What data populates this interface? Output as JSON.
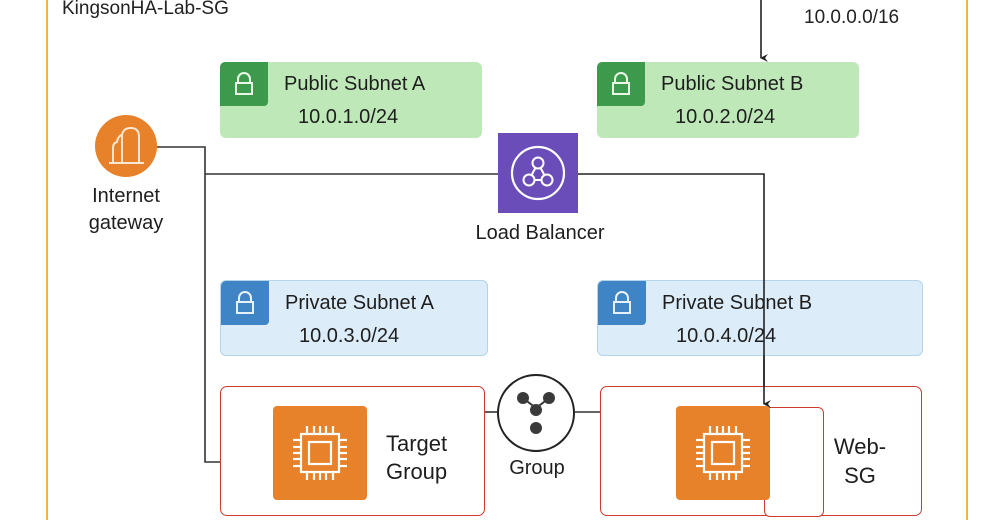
{
  "vpc": {
    "title": "KingsonHA-Lab-SG",
    "cidr": "10.0.0.0/16",
    "border_color": "#f2b33d"
  },
  "subnets": [
    {
      "name": "Public Subnet A",
      "cidr": "10.0.1.0/24",
      "type": "public",
      "icon": "lock-icon"
    },
    {
      "name": "Public Subnet B",
      "cidr": "10.0.2.0/24",
      "type": "public",
      "icon": "lock-icon"
    },
    {
      "name": "Private Subnet A",
      "cidr": "10.0.3.0/24",
      "type": "private",
      "icon": "lock-icon"
    },
    {
      "name": "Private Subnet B",
      "cidr": "10.0.4.0/24",
      "type": "private",
      "icon": "lock-icon"
    }
  ],
  "internet_gateway": {
    "label": "Internet gateway",
    "icon": "internet-gateway-icon",
    "color": "#e8822a"
  },
  "load_balancer": {
    "label": "Load Balancer",
    "icon": "load-balancer-icon",
    "color": "#6b4dba"
  },
  "target_group": {
    "label": "Target Group",
    "icon": "ec2-instance-icon",
    "color": "#e8822a"
  },
  "group_node": {
    "label": "Group",
    "icon": "group-nodes-icon"
  },
  "web_sg": {
    "label": "Web-SG",
    "icon": "ec2-instance-icon",
    "color": "#e8822a"
  },
  "colors": {
    "public_subnet_bg": "#bfe8b9",
    "public_subnet_accent": "#3d9a4c",
    "private_subnet_bg": "#dcedf9",
    "private_subnet_accent": "#3f84c4",
    "security_group_border": "#cc3b32"
  }
}
